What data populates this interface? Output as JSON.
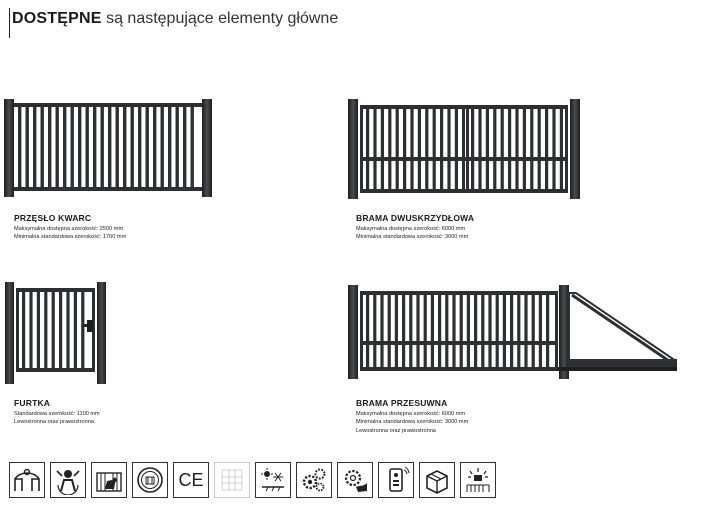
{
  "header": {
    "title_bold": "DOSTĘPNE",
    "title_rest": " są następujące elementy główne"
  },
  "products": [
    {
      "name": "PRZĘSŁO KWARC",
      "specs": [
        "Maksymalna dostępna szerokość: 2500 mm",
        "Minimalna standardowa szerokość: 1760 mm"
      ]
    },
    {
      "name": "BRAMA DWUSKRZYDŁOWA",
      "specs": [
        "Maksymalna dostępna szerokość: 6000 mm",
        "Minimalna standardowa szerokość: 3000 mm"
      ]
    },
    {
      "name": "FURTKA",
      "specs": [
        "Standardowa szerokość: 1100 mm",
        "Lewostronna oraz prawostronna"
      ]
    },
    {
      "name": "BRAMA PRZESUWNA",
      "specs": [
        "Maksymalna dostępna szerokość: 6000 mm",
        "Minimalna standardowa szerokość: 3000 mm",
        "Lewostronna oraz prawostronna"
      ]
    }
  ],
  "colors": {
    "steel": "#2e2f32",
    "steel_dark": "#1d1e20",
    "steel_light": "#4a4b4f"
  },
  "feature_icons": [
    {
      "name": "installation-icon"
    },
    {
      "name": "assembly-worker-icon"
    },
    {
      "name": "gate-dog-icon"
    },
    {
      "name": "certificate-seal-icon"
    },
    {
      "name": "ce-mark-icon",
      "label": "CE"
    },
    {
      "name": "pattern-faded-icon"
    },
    {
      "name": "weather-resistance-icon"
    },
    {
      "name": "gears-icon"
    },
    {
      "name": "settings-hand-icon"
    },
    {
      "name": "remote-control-icon"
    },
    {
      "name": "package-icon"
    },
    {
      "name": "lighting-icon"
    }
  ]
}
